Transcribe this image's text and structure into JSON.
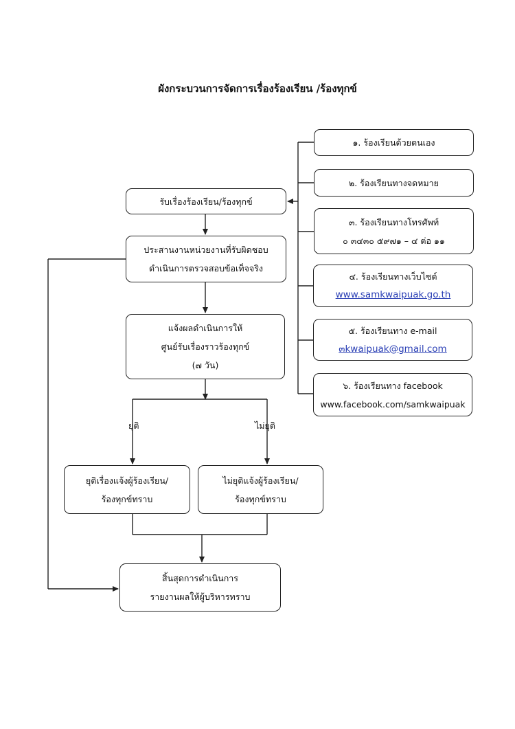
{
  "title": "ผังกระบวนการจัดการเรื่องร้องเรียน /ร้องทุกข์",
  "main": {
    "receive": "รับเรื่องร้องเรียน/ร้องทุกข์",
    "coordinate": [
      "ประสานงานหน่วยงานที่รับผิดชอบ",
      "ดำเนินการตรวจสอบข้อเท็จจริง"
    ],
    "notify": [
      "แจ้งผลดำเนินการให้",
      "ศูนย์รับเรื่องราวร้องทุกข์",
      "(๗ วัน)"
    ],
    "branch_end": "ยุติ",
    "branch_not_end": "ไม่ยุติ",
    "ended": [
      "ยุติเรื่องแจ้งผู้ร้องเรียน/",
      "ร้องทุกข์ทราบ"
    ],
    "not_ended": [
      "ไม่ยุติแจ้งผู้ร้องเรียน/",
      "ร้องทุกข์ทราบ"
    ],
    "finish": [
      "สิ้นสุดการดำเนินการ",
      "รายงานผลให้ผู้บริหารทราบ"
    ]
  },
  "channels": {
    "c1": "๑. ร้องเรียนด้วยตนเอง",
    "c2": "๒. ร้องเรียนทางจดหมาย",
    "c3": [
      "๓. ร้องเรียนทางโทรศัพท์",
      "๐ ๓๔๓๐ ๕๙๗๑ – ๔ ต่อ ๑๑"
    ],
    "c4": [
      "๔. ร้องเรียนทางเว็บไซต์",
      "www.samkwaipuak.go.th"
    ],
    "c5": [
      "๕. ร้องเรียนทาง e-mail",
      "๓kwaipuak@gmail.com"
    ],
    "c6": [
      "๖. ร้องเรียนทาง facebook",
      "www.facebook.com/samkwaipuak"
    ]
  },
  "colors": {
    "line": "#222222",
    "link": "#2a3fb5"
  }
}
